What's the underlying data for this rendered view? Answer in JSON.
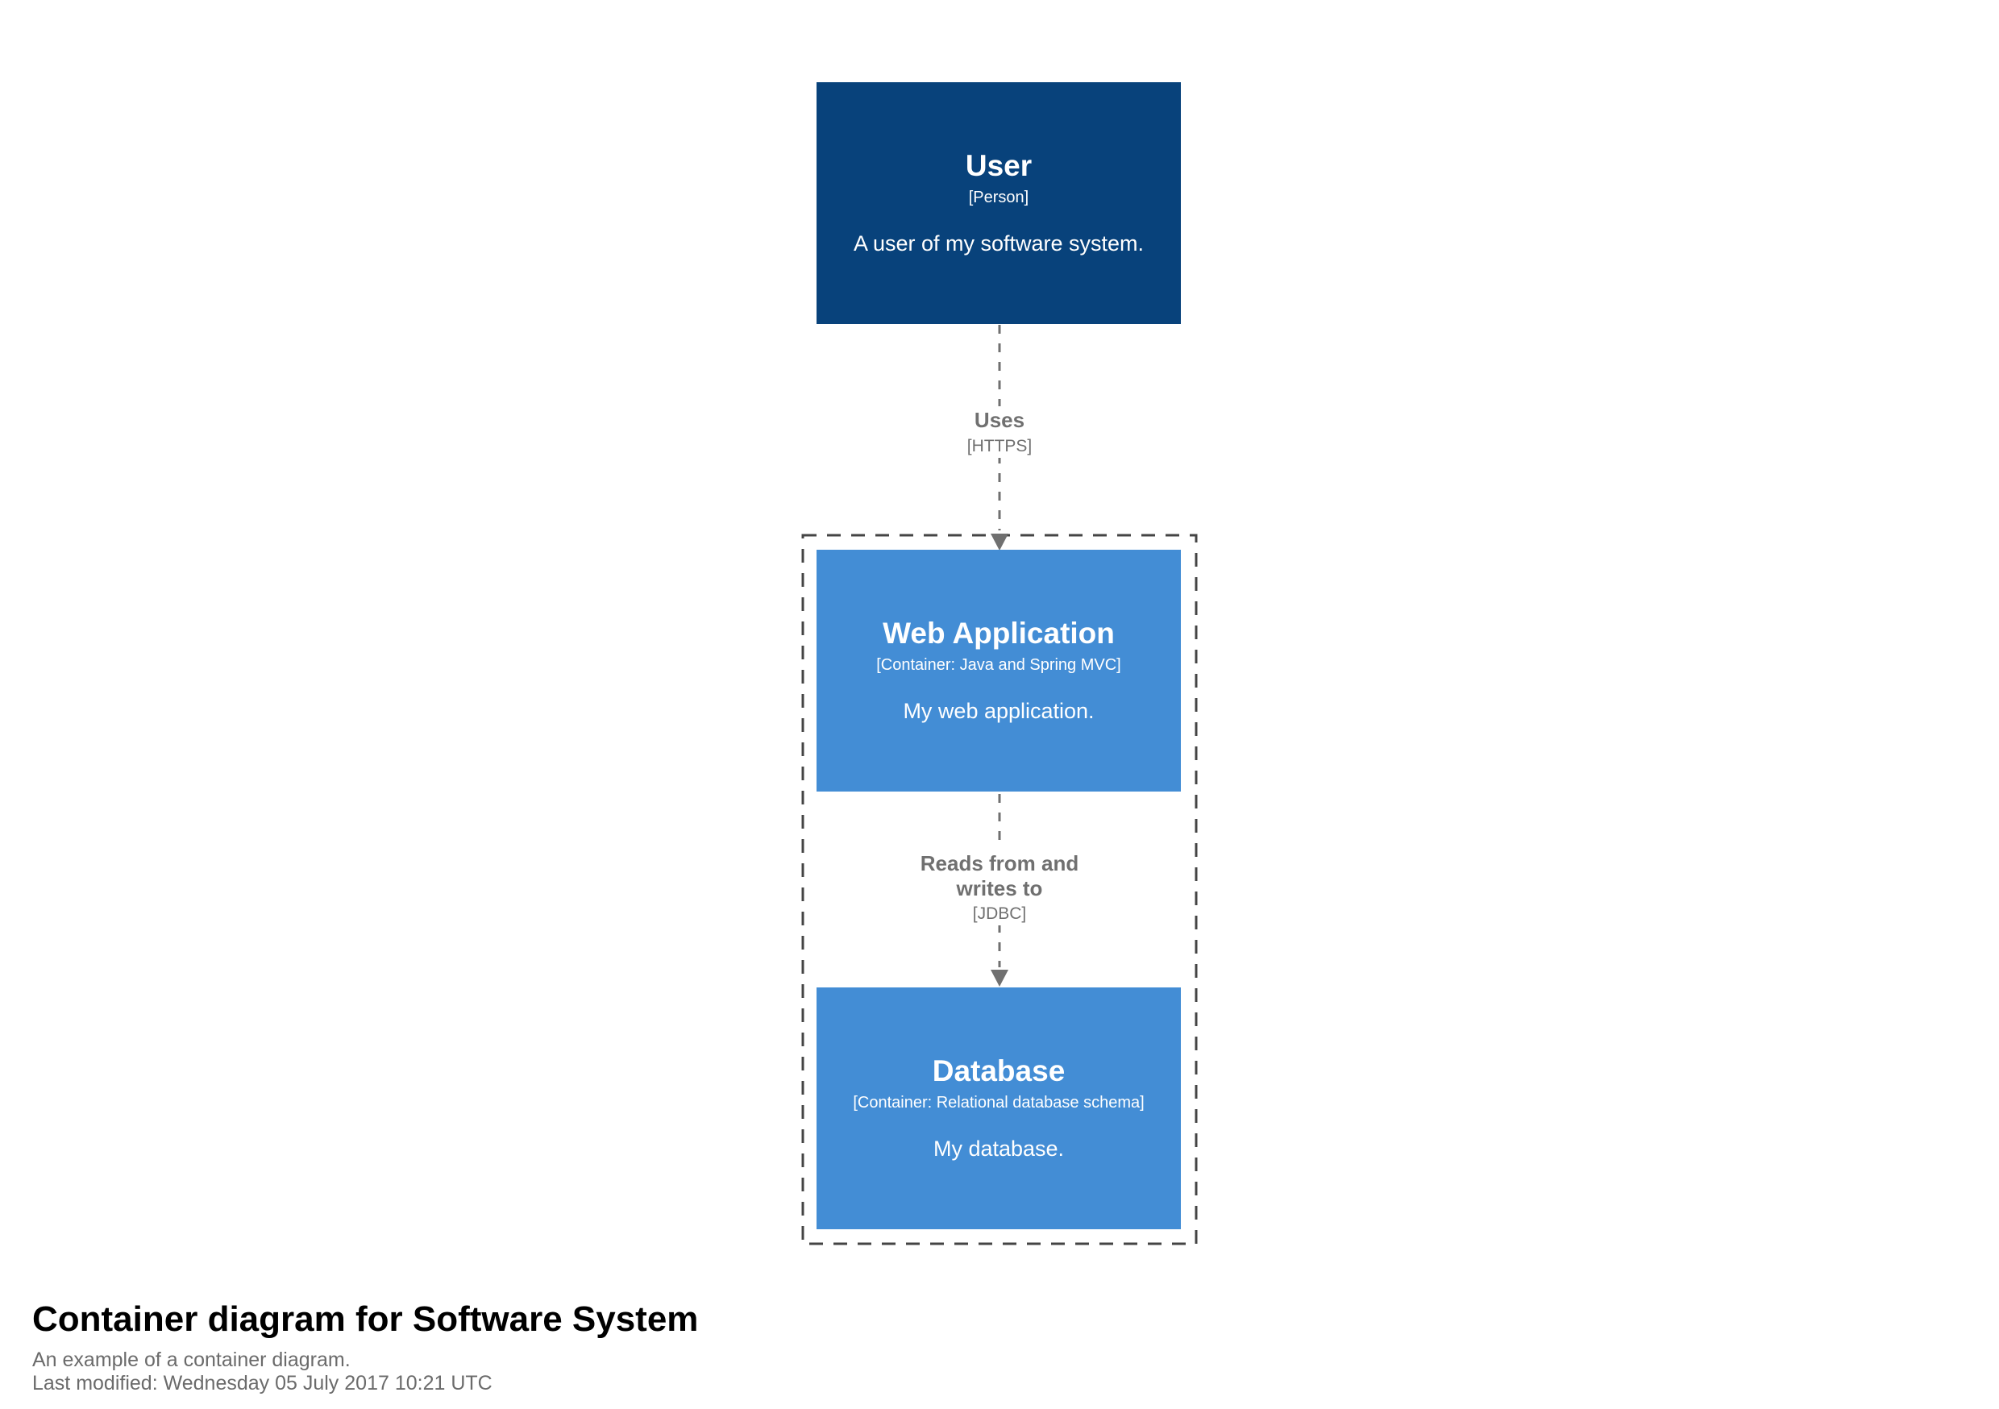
{
  "diagram": {
    "elements": [
      {
        "name": "User",
        "meta": "[Person]",
        "description": "A user of my software system.",
        "type": "person"
      },
      {
        "name": "Web Application",
        "meta": "[Container: Java and Spring MVC]",
        "description": "My web application.",
        "type": "container"
      },
      {
        "name": "Database",
        "meta": "[Container: Relational database schema]",
        "description": "My database.",
        "type": "container"
      }
    ],
    "relationships": [
      {
        "label": "Uses",
        "meta": "[HTTPS]"
      },
      {
        "label": "Reads from and writes to",
        "meta": "[JDBC]"
      }
    ],
    "colors": {
      "person_fill": "#08427b",
      "container_fill": "#438dd5",
      "element_text": "#ffffff",
      "relationship": "#707070",
      "boundary_border": "#444444",
      "title_text": "#000000",
      "footer_text": "#6b6b6b"
    }
  },
  "footer": {
    "title": "Container diagram for Software System",
    "subtitle": "An example of a container diagram.",
    "last_modified": "Last modified: Wednesday 05 July 2017 10:21 UTC"
  }
}
